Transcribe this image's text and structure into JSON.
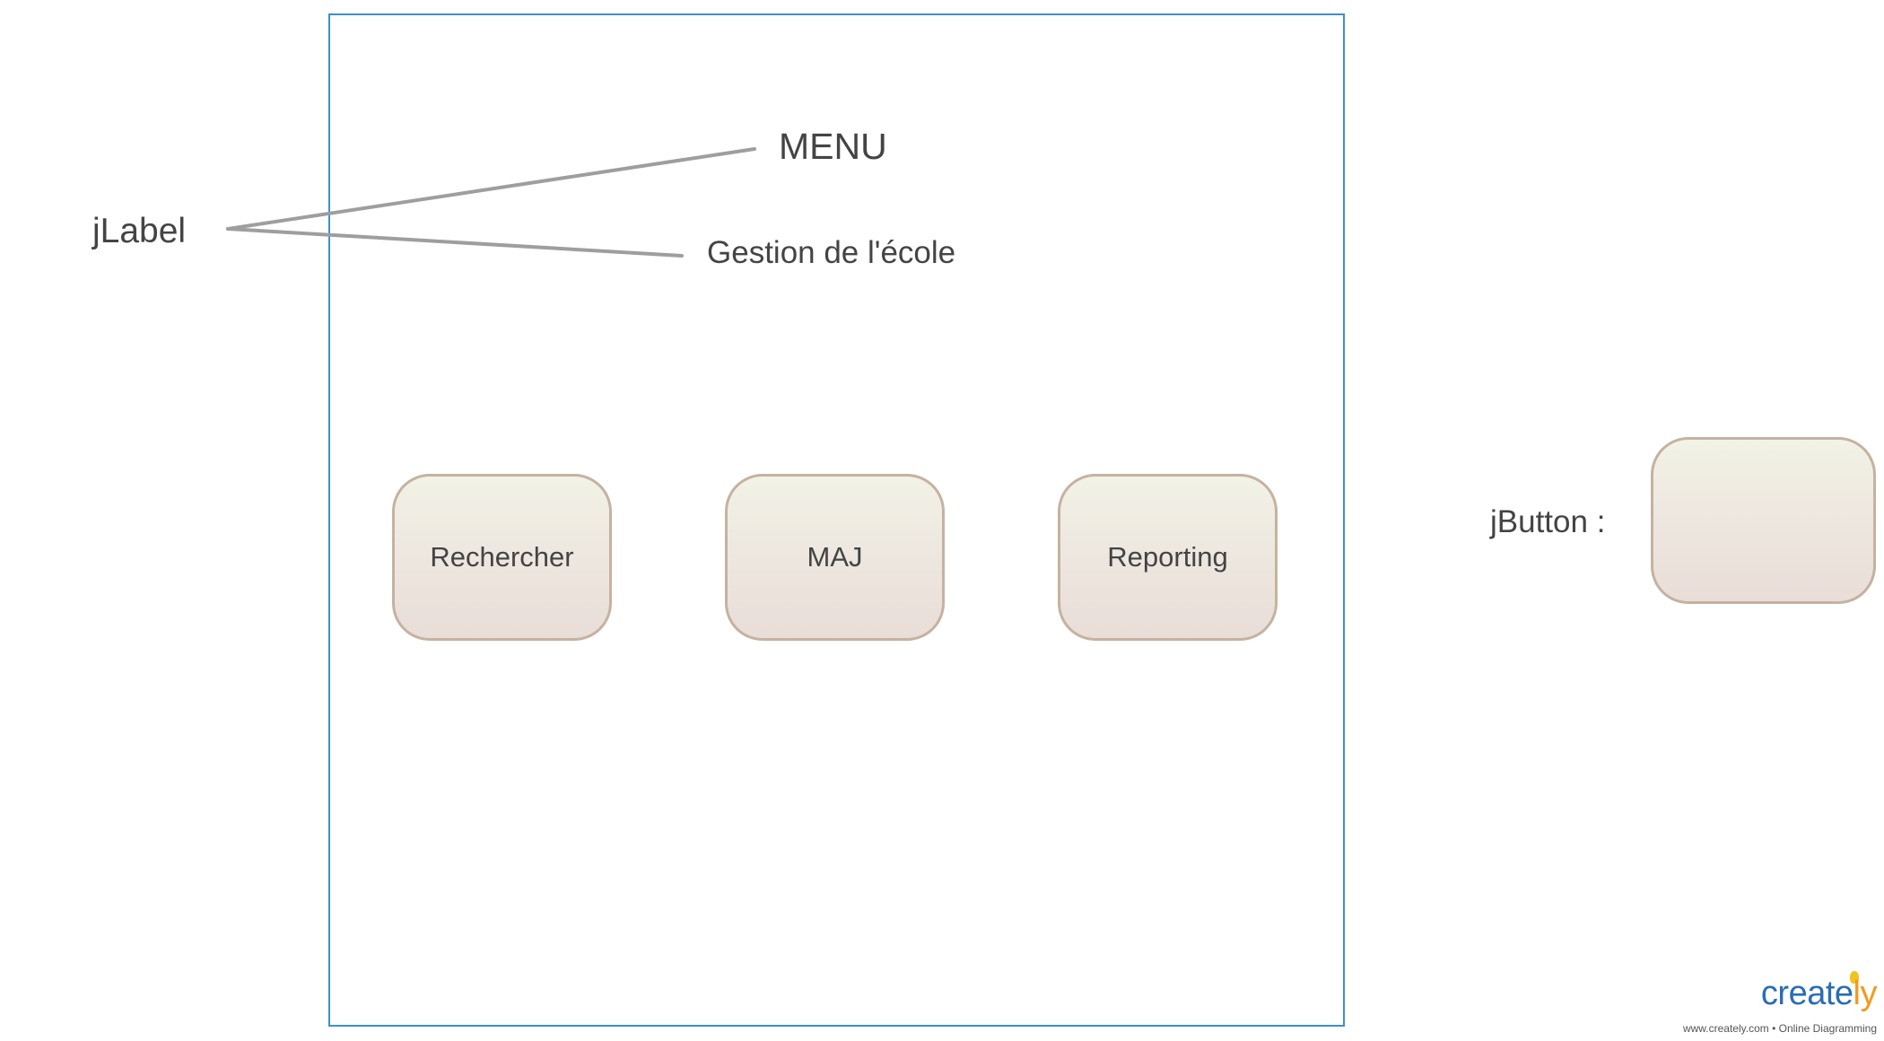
{
  "frame": {
    "title": "MENU",
    "subtitle": "Gestion de l'école",
    "buttons": [
      {
        "label": "Rechercher"
      },
      {
        "label": "MAJ"
      },
      {
        "label": "Reporting"
      }
    ]
  },
  "annotations": {
    "jlabel": "jLabel",
    "jbutton": "jButton :"
  },
  "logo": {
    "word_main": "create",
    "word_accent": "ly",
    "tagline": "www.creately.com • Online Diagramming"
  },
  "colors": {
    "frame_border": "#3d8fd1",
    "connector": "#9e9e9e",
    "button_border": "#c5b2a1",
    "text": "#444444",
    "logo_blue": "#2a6db5",
    "logo_orange": "#f29a1f"
  }
}
